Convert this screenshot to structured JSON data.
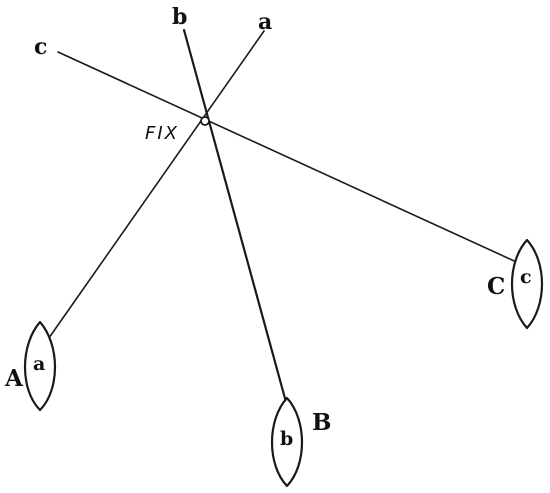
{
  "fix": {
    "label": "FIX"
  },
  "bearings": [
    {
      "line_label": "a",
      "boat_label": "A",
      "boat_inner_label": "a"
    },
    {
      "line_label": "b",
      "boat_label": "B",
      "boat_inner_label": "b"
    },
    {
      "line_label": "c",
      "boat_label": "C",
      "boat_inner_label": "c"
    }
  ]
}
